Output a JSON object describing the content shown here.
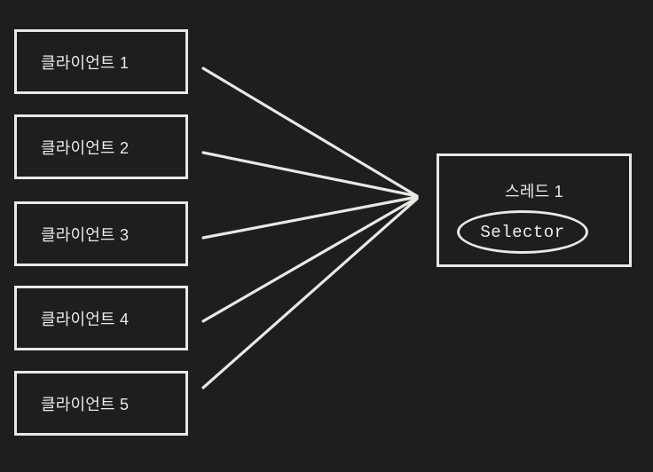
{
  "diagram": {
    "title": "",
    "background_color": "#1e1e1e",
    "stroke_color": "#e8e8e4",
    "text_color": "#e9e9e6",
    "clients": [
      {
        "label": "클라이언트 1",
        "name": "client-1"
      },
      {
        "label": "클라이언트 2",
        "name": "client-2"
      },
      {
        "label": "클라이언트 3",
        "name": "client-3"
      },
      {
        "label": "클라이언트 4",
        "name": "client-4"
      },
      {
        "label": "클라이언트 5",
        "name": "client-5"
      }
    ],
    "thread": {
      "label": "스레드 1",
      "selector_label": "Selector"
    },
    "connections": [
      {
        "from": "client-1",
        "to": "thread-1"
      },
      {
        "from": "client-2",
        "to": "thread-1"
      },
      {
        "from": "client-3",
        "to": "thread-1"
      },
      {
        "from": "client-4",
        "to": "thread-1"
      },
      {
        "from": "client-5",
        "to": "thread-1"
      }
    ]
  }
}
